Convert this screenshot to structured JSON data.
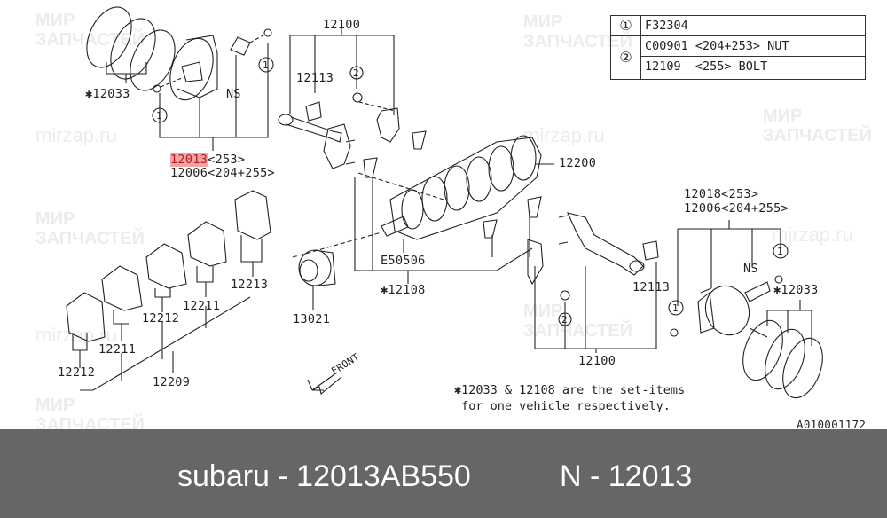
{
  "watermark": {
    "brand_top": "МИР",
    "brand_bottom": "ЗАПЧАСТЕЙ",
    "site": "mirzap.ru"
  },
  "reference_table": {
    "rows": [
      {
        "marker": "①",
        "text": "F32304"
      },
      {
        "marker": "②",
        "text": "C00901 <204+253> NUT"
      },
      {
        "marker": "",
        "text": "12109  <255> BOLT"
      }
    ]
  },
  "labels": {
    "rings_left": "✱12033",
    "pin_left": "NS",
    "clip_left_top": "1",
    "clip_left_bottom": "1",
    "piston_left_highlight": "12013",
    "piston_left_suffix": "<253>",
    "piston_left_alt": "12006<204+255>",
    "rod_set_top": "12100",
    "bushing_top": "12113",
    "nut_marker_top": "2",
    "crankshaft": "12200",
    "key": "E50506",
    "crank_set": "✱12108",
    "sprocket": "13021",
    "bearing_12213": "12213",
    "bearing_12211_a": "12211",
    "bearing_12212_a": "12212",
    "bearing_12211_b": "12211",
    "bearing_12212_b": "12212",
    "bearing_set": "12209",
    "piston_right": "12018<253>",
    "piston_right_alt": "12006<204+255>",
    "clip_right_top": "1",
    "clip_right_bottom": "1",
    "pin_right": "NS",
    "rings_right": "✱12033",
    "bushing_bottom": "12113",
    "nut_marker_bottom": "2",
    "rod_set_bottom": "12100",
    "front": "FRONT",
    "figure_id": "A010001172"
  },
  "note": {
    "line1": "✱12033 & 12108 are the set-items",
    "line2": " for one vehicle respectively."
  },
  "footer": {
    "part": "subaru - 12013AB550",
    "ref": "N - 12013"
  },
  "colors": {
    "highlight": "#f3a3a3",
    "footer_bg": "#666666",
    "line": "#222222"
  }
}
